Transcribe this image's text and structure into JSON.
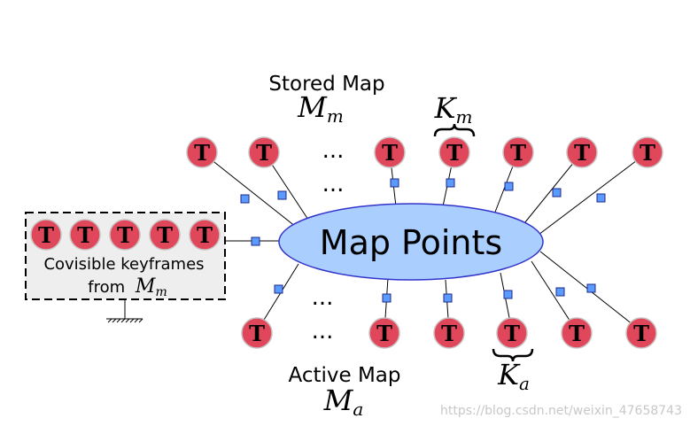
{
  "center_label": "Map Points",
  "stored_map": {
    "title": "Stored Map",
    "symbol": "M",
    "subscript": "m"
  },
  "active_map": {
    "title": "Active Map",
    "symbol": "M",
    "subscript": "a"
  },
  "km_label": {
    "symbol": "K",
    "subscript": "m"
  },
  "ka_label": {
    "symbol": "K",
    "subscript": "a"
  },
  "keyframe_letter": "T",
  "ellipsis": "...",
  "covisible": {
    "line1": "Covisible keyframes",
    "line2_prefix": "from",
    "symbol": "M",
    "subscript": "m"
  },
  "watermark": "https://blog.csdn.net/weixin_47658743",
  "colors": {
    "keyframe_fill": "#e0475a",
    "ellipse_fill": "#aacfff",
    "ellipse_stroke": "#3333cc",
    "connector_square": "#5b9bff",
    "box_fill": "#eeeeee"
  }
}
